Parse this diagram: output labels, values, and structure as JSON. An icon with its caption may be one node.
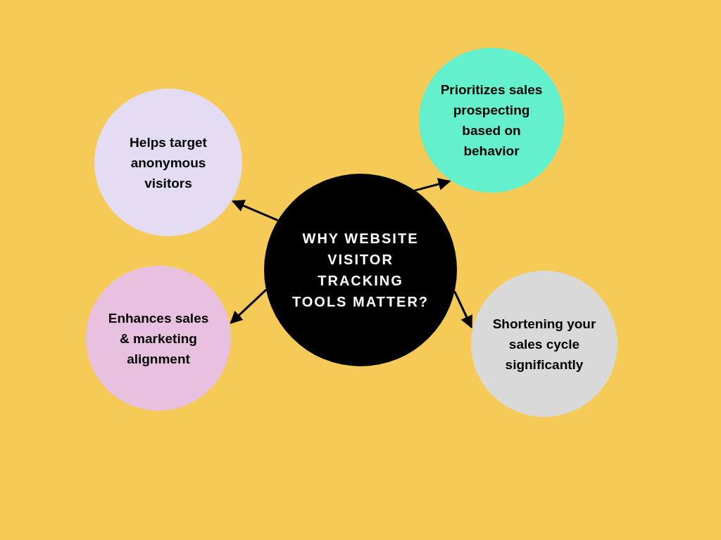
{
  "diagram": {
    "nodes": [
      {
        "text": [
          "WHY WEBSITE VISITOR TRACKING TOOLS MATTER?"
        ]
      },
      {
        "text": [
          "Helps target anonymous visitors"
        ]
      },
      {
        "text": [
          "Prioritizes sales prospecting based on behavior"
        ]
      },
      {
        "text": [
          "Enhances sales & marketing alignment"
        ]
      },
      {
        "text": [
          "Shortening your sales cycle significantly"
        ]
      }
    ],
    "edges": [
      {
        "from": 0,
        "to": 1,
        "arrow": "to"
      },
      {
        "from": 0,
        "to": 2,
        "arrow": "to"
      },
      {
        "from": 0,
        "to": 3,
        "arrow": "to"
      },
      {
        "from": 0,
        "to": 4,
        "arrow": "to"
      }
    ]
  }
}
